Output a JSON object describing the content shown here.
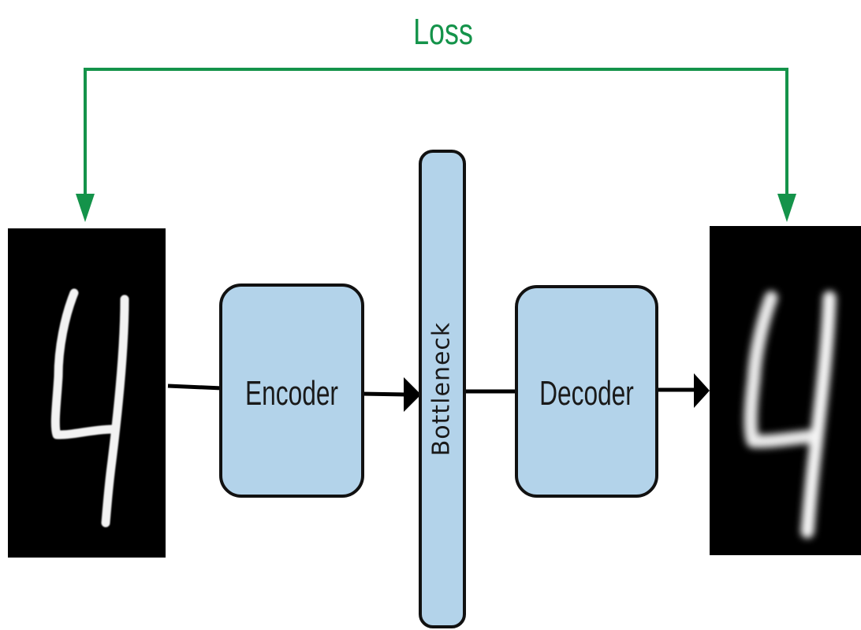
{
  "loss": {
    "label": "Loss"
  },
  "encoder": {
    "label": "Encoder"
  },
  "bottleneck": {
    "label": "Bottleneck"
  },
  "decoder": {
    "label": "Decoder"
  },
  "input_image": {
    "digit": "4"
  },
  "output_image": {
    "digit": "4"
  },
  "colors": {
    "loss_green": "#14934a",
    "block_fill": "#b3d3ea",
    "block_stroke": "#111111",
    "image_bg": "#000000",
    "digit_stroke": "#f2f2f2"
  }
}
